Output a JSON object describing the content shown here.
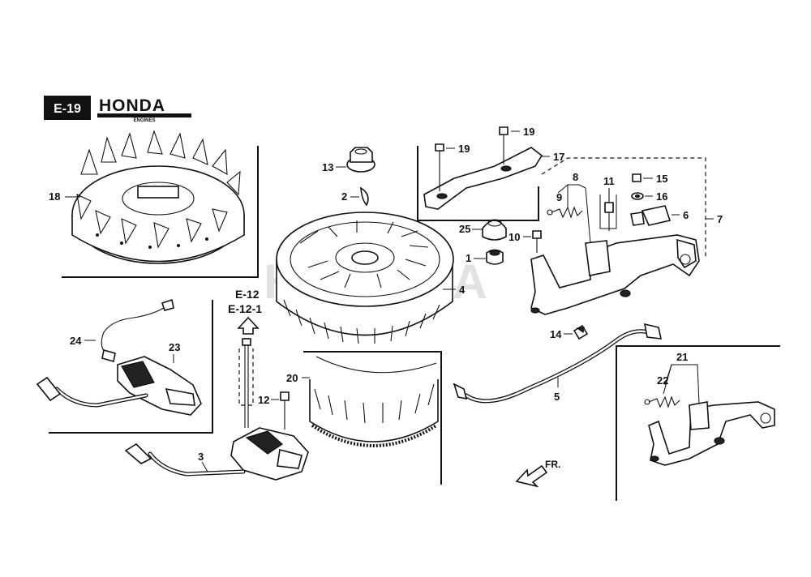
{
  "page": {
    "code": "E-19",
    "brand": "HONDA",
    "brand_sub": "ENGINES",
    "ref_line1": "E-12",
    "ref_line2": "E-12-1",
    "direction": "FR.",
    "watermark": "HONDA"
  },
  "callouts": {
    "p1": "1",
    "p2": "2",
    "p3": "3",
    "p4": "4",
    "p5": "5",
    "p6": "6",
    "p7": "7",
    "p8": "8",
    "p9": "9",
    "p10": "10",
    "p11": "11",
    "p12": "12",
    "p13": "13",
    "p14": "14",
    "p15": "15",
    "p16": "16",
    "p17": "17",
    "p18": "18",
    "p19a": "19",
    "p19b": "19",
    "p20": "20",
    "p21": "21",
    "p22": "22",
    "p23": "23",
    "p24": "24",
    "p25": "25"
  },
  "colors": {
    "ink": "#111111",
    "paper": "#ffffff",
    "watermark": "#d9d9d9"
  }
}
